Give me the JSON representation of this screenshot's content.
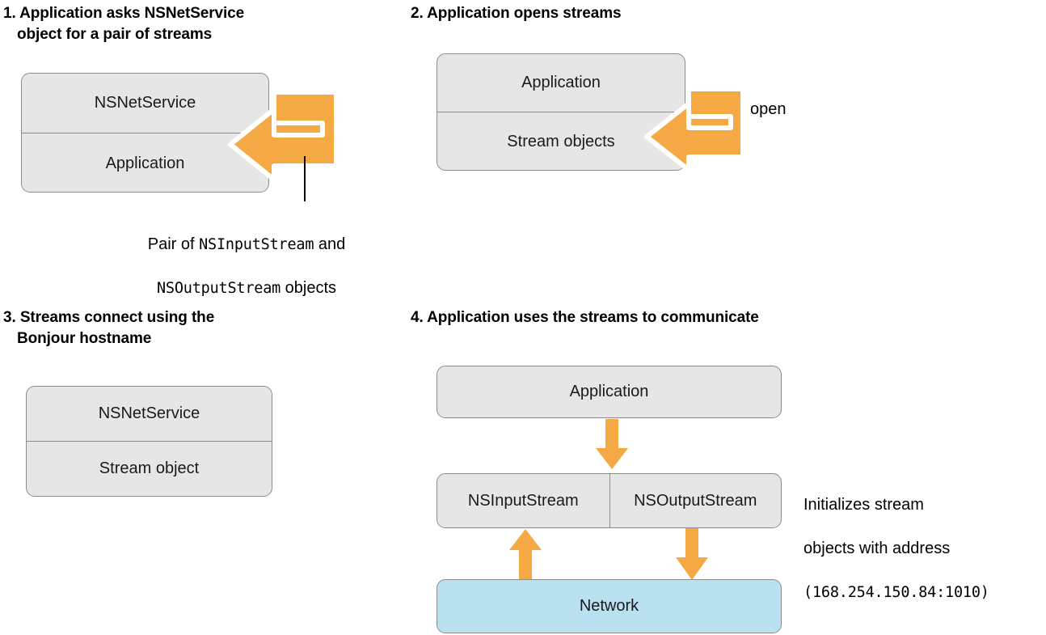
{
  "colors": {
    "orange": "#f5a945",
    "box_fill": "#e6e6e6",
    "box_border": "#8c8c8c",
    "network_fill": "#b9e1f0",
    "outline_white": "#ffffff",
    "text": "#000000",
    "background": "#ffffff"
  },
  "panels": [
    {
      "id": "panel-1",
      "heading": "1. Application asks NSNetService\nobject for a pair of streams",
      "stack": {
        "cells": [
          "NSNetService",
          "Application"
        ]
      },
      "arrow": {
        "kind": "hook-arrow-left",
        "label": ""
      },
      "caption": "Pair of NSInputStream and\nNSOutputStream objects",
      "caption_parts": {
        "line1_pre": "Pair of ",
        "line1_mono": "NSInputStream",
        "line1_post": " and",
        "line2_mono": "NSOutputStream",
        "line2_post": " objects"
      }
    },
    {
      "id": "panel-2",
      "heading": "2. Application opens streams",
      "stack": {
        "cells": [
          "Application",
          "Stream objects"
        ]
      },
      "arrow": {
        "kind": "hook-arrow-left",
        "label": "open"
      }
    },
    {
      "id": "panel-3",
      "heading": "3. Streams connect using the\nBonjour hostname",
      "stack": {
        "cells": [
          "NSNetService",
          "Stream object"
        ]
      }
    },
    {
      "id": "panel-4",
      "heading": "4. Application uses the streams to communicate",
      "boxes": {
        "application": "Application",
        "input_stream": "NSInputStream",
        "output_stream": "NSOutputStream",
        "network": "Network"
      },
      "arrows": [
        {
          "name": "application-to-streams",
          "direction": "down"
        },
        {
          "name": "network-to-input-stream",
          "direction": "up"
        },
        {
          "name": "output-stream-to-network",
          "direction": "down"
        }
      ],
      "annotation": {
        "line1": "Initializes stream",
        "line2": "objects with address",
        "line3": "(168.254.150.84:1010)"
      }
    }
  ]
}
